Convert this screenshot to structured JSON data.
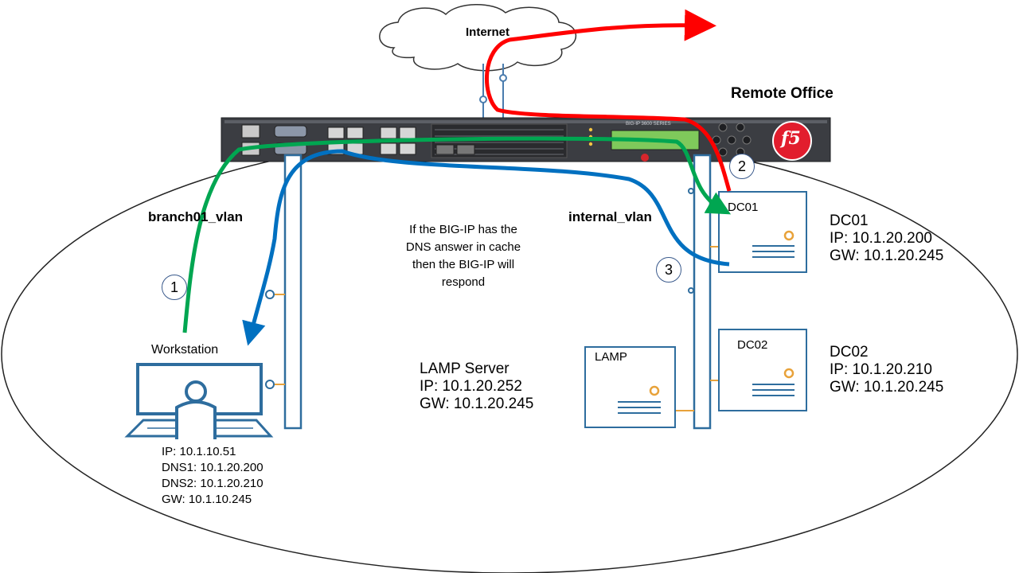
{
  "internet_label": "Internet",
  "remote_office_label": "Remote Office",
  "appliance": {
    "model_text": "BIG-IP 3600 SERIES",
    "brand_logo": "f5"
  },
  "vlans": {
    "branch": "branch01_vlan",
    "internal": "internal_vlan"
  },
  "note_lines": [
    "If the BIG-IP has the",
    "DNS answer in cache",
    "then the BIG-IP will",
    "respond"
  ],
  "steps": [
    "1",
    "2",
    "3"
  ],
  "workstation": {
    "title": "Workstation",
    "ip": "IP: 10.1.10.51",
    "dns1": "DNS1: 10.1.20.200",
    "dns2": "DNS2: 10.1.20.210",
    "gw": "GW: 10.1.10.245"
  },
  "lamp": {
    "box_label": "LAMP",
    "title": "LAMP Server",
    "ip": "IP: 10.1.20.252",
    "gw": "GW: 10.1.20.245"
  },
  "dc01": {
    "box_label": "DC01",
    "title": "DC01",
    "ip": "IP: 10.1.20.200",
    "gw": "GW: 10.1.20.245"
  },
  "dc02": {
    "box_label": "DC02",
    "title": "DC02",
    "ip": "IP: 10.1.20.210",
    "gw": "GW: 10.1.20.245"
  },
  "colors": {
    "query_path": "#00a651",
    "recursive_path": "#ff0000",
    "response_path": "#0070c0",
    "vlan_bar": "#2e6d9e",
    "port_dot": "#e8a23a"
  },
  "icons": [
    "cloud-icon",
    "big-ip-appliance-icon",
    "workstation-icon",
    "server-icon",
    "f5-logo-icon"
  ]
}
